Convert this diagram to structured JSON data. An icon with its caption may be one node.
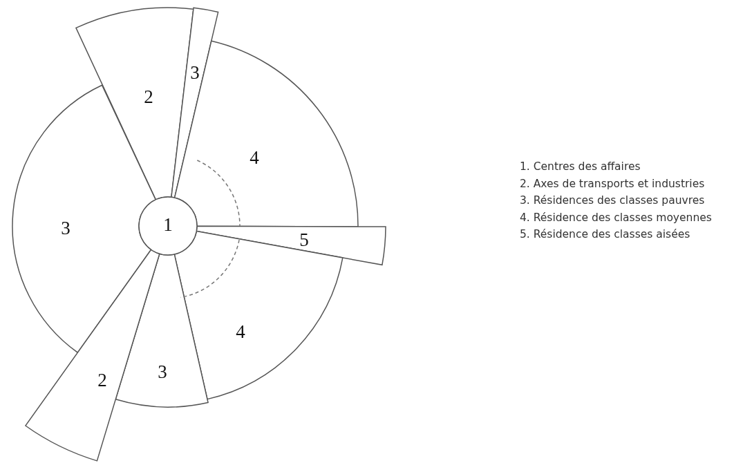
{
  "diagram": {
    "nodes": [
      {
        "text": [
          "2"
        ]
      },
      {
        "text": [
          "3"
        ]
      },
      {
        "text": [
          "4"
        ]
      },
      {
        "text": [
          "3"
        ]
      },
      {
        "text": [
          "1"
        ]
      },
      {
        "text": [
          "5"
        ]
      },
      {
        "text": [
          "4"
        ]
      },
      {
        "text": [
          "3"
        ]
      },
      {
        "text": [
          "2"
        ]
      }
    ],
    "labels": [
      "1. Centres des affaires",
      "2. Axes de transports et industries",
      "3. Résidences des classes pauvres",
      "4. Résidence des classes moyennes",
      "5. Résidence des classes aisées"
    ]
  }
}
